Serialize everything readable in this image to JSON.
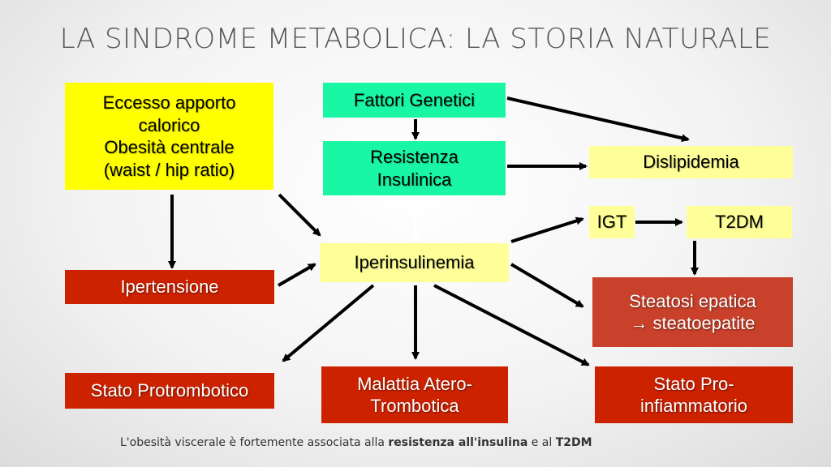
{
  "title": "LA SINDROME METABOLICA: LA STORIA NATURALE",
  "nodes": {
    "eccesso": {
      "lines": [
        "Eccesso apporto",
        "calorico",
        "Obesità centrale",
        "(waist / hip ratio)"
      ]
    },
    "fattori": {
      "label": "Fattori Genetici"
    },
    "resistenza": {
      "lines": [
        "Resistenza",
        "Insulinica"
      ]
    },
    "dislipidemia": {
      "label": "Dislipidemia"
    },
    "igt": {
      "label": "IGT"
    },
    "t2dm": {
      "label": "T2DM"
    },
    "iperinsulinemia": {
      "label": "Iperinsulinemia"
    },
    "ipertensione": {
      "label": "Ipertensione"
    },
    "steatosi": {
      "lines": [
        "Steatosi epatica",
        "→ steatoepatite"
      ]
    },
    "protrombotico": {
      "label": "Stato Protrombotico"
    },
    "malattia": {
      "lines": [
        "Malattia Atero-",
        "Trombotica"
      ]
    },
    "proinfiammatorio": {
      "lines": [
        "Stato Pro-",
        "infiammatorio"
      ]
    }
  },
  "caption": {
    "part1": "L'obesità viscerale è fortemente associata alla ",
    "bold1": "resistenza all'insulina",
    "part2": " e al ",
    "bold2": "T2DM"
  },
  "colors": {
    "yellow": "#ffff00",
    "green": "#19f7a5",
    "pale_yellow": "#ffff99",
    "red": "#cc2200"
  }
}
